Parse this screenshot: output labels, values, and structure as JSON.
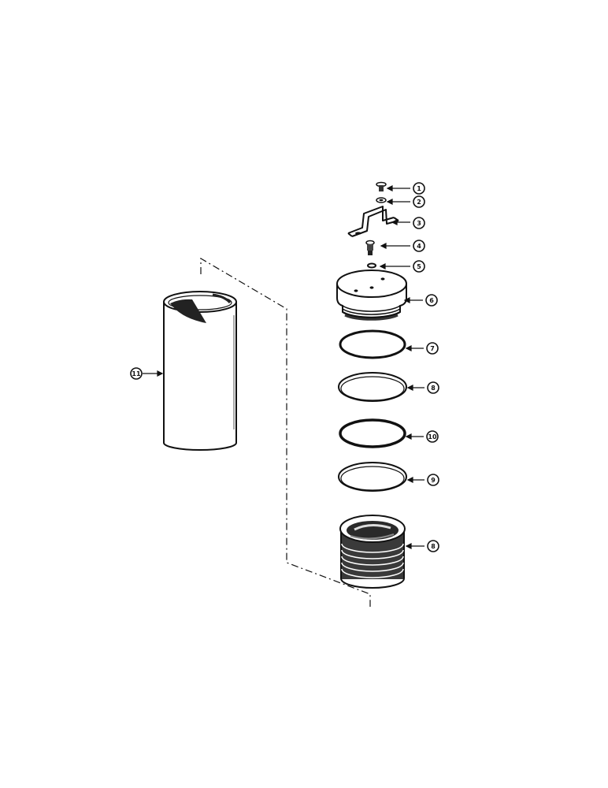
{
  "diagram": {
    "callouts": [
      {
        "label": "1",
        "part": "screw"
      },
      {
        "label": "2",
        "part": "washer"
      },
      {
        "label": "3",
        "part": "clamp"
      },
      {
        "label": "4",
        "part": "fitting"
      },
      {
        "label": "5",
        "part": "o-ring-small"
      },
      {
        "label": "6",
        "part": "gland"
      },
      {
        "label": "7",
        "part": "o-ring"
      },
      {
        "label": "8",
        "part": "backup-ring"
      },
      {
        "label": "10",
        "part": "seal-ring"
      },
      {
        "label": "9",
        "part": "wear-ring"
      },
      {
        "label": "8",
        "part": "piston"
      },
      {
        "label": "11",
        "part": "cylinder-tube"
      }
    ],
    "colors": {
      "ink": "#111111",
      "background": "#ffffff",
      "shade": "#444444"
    }
  }
}
